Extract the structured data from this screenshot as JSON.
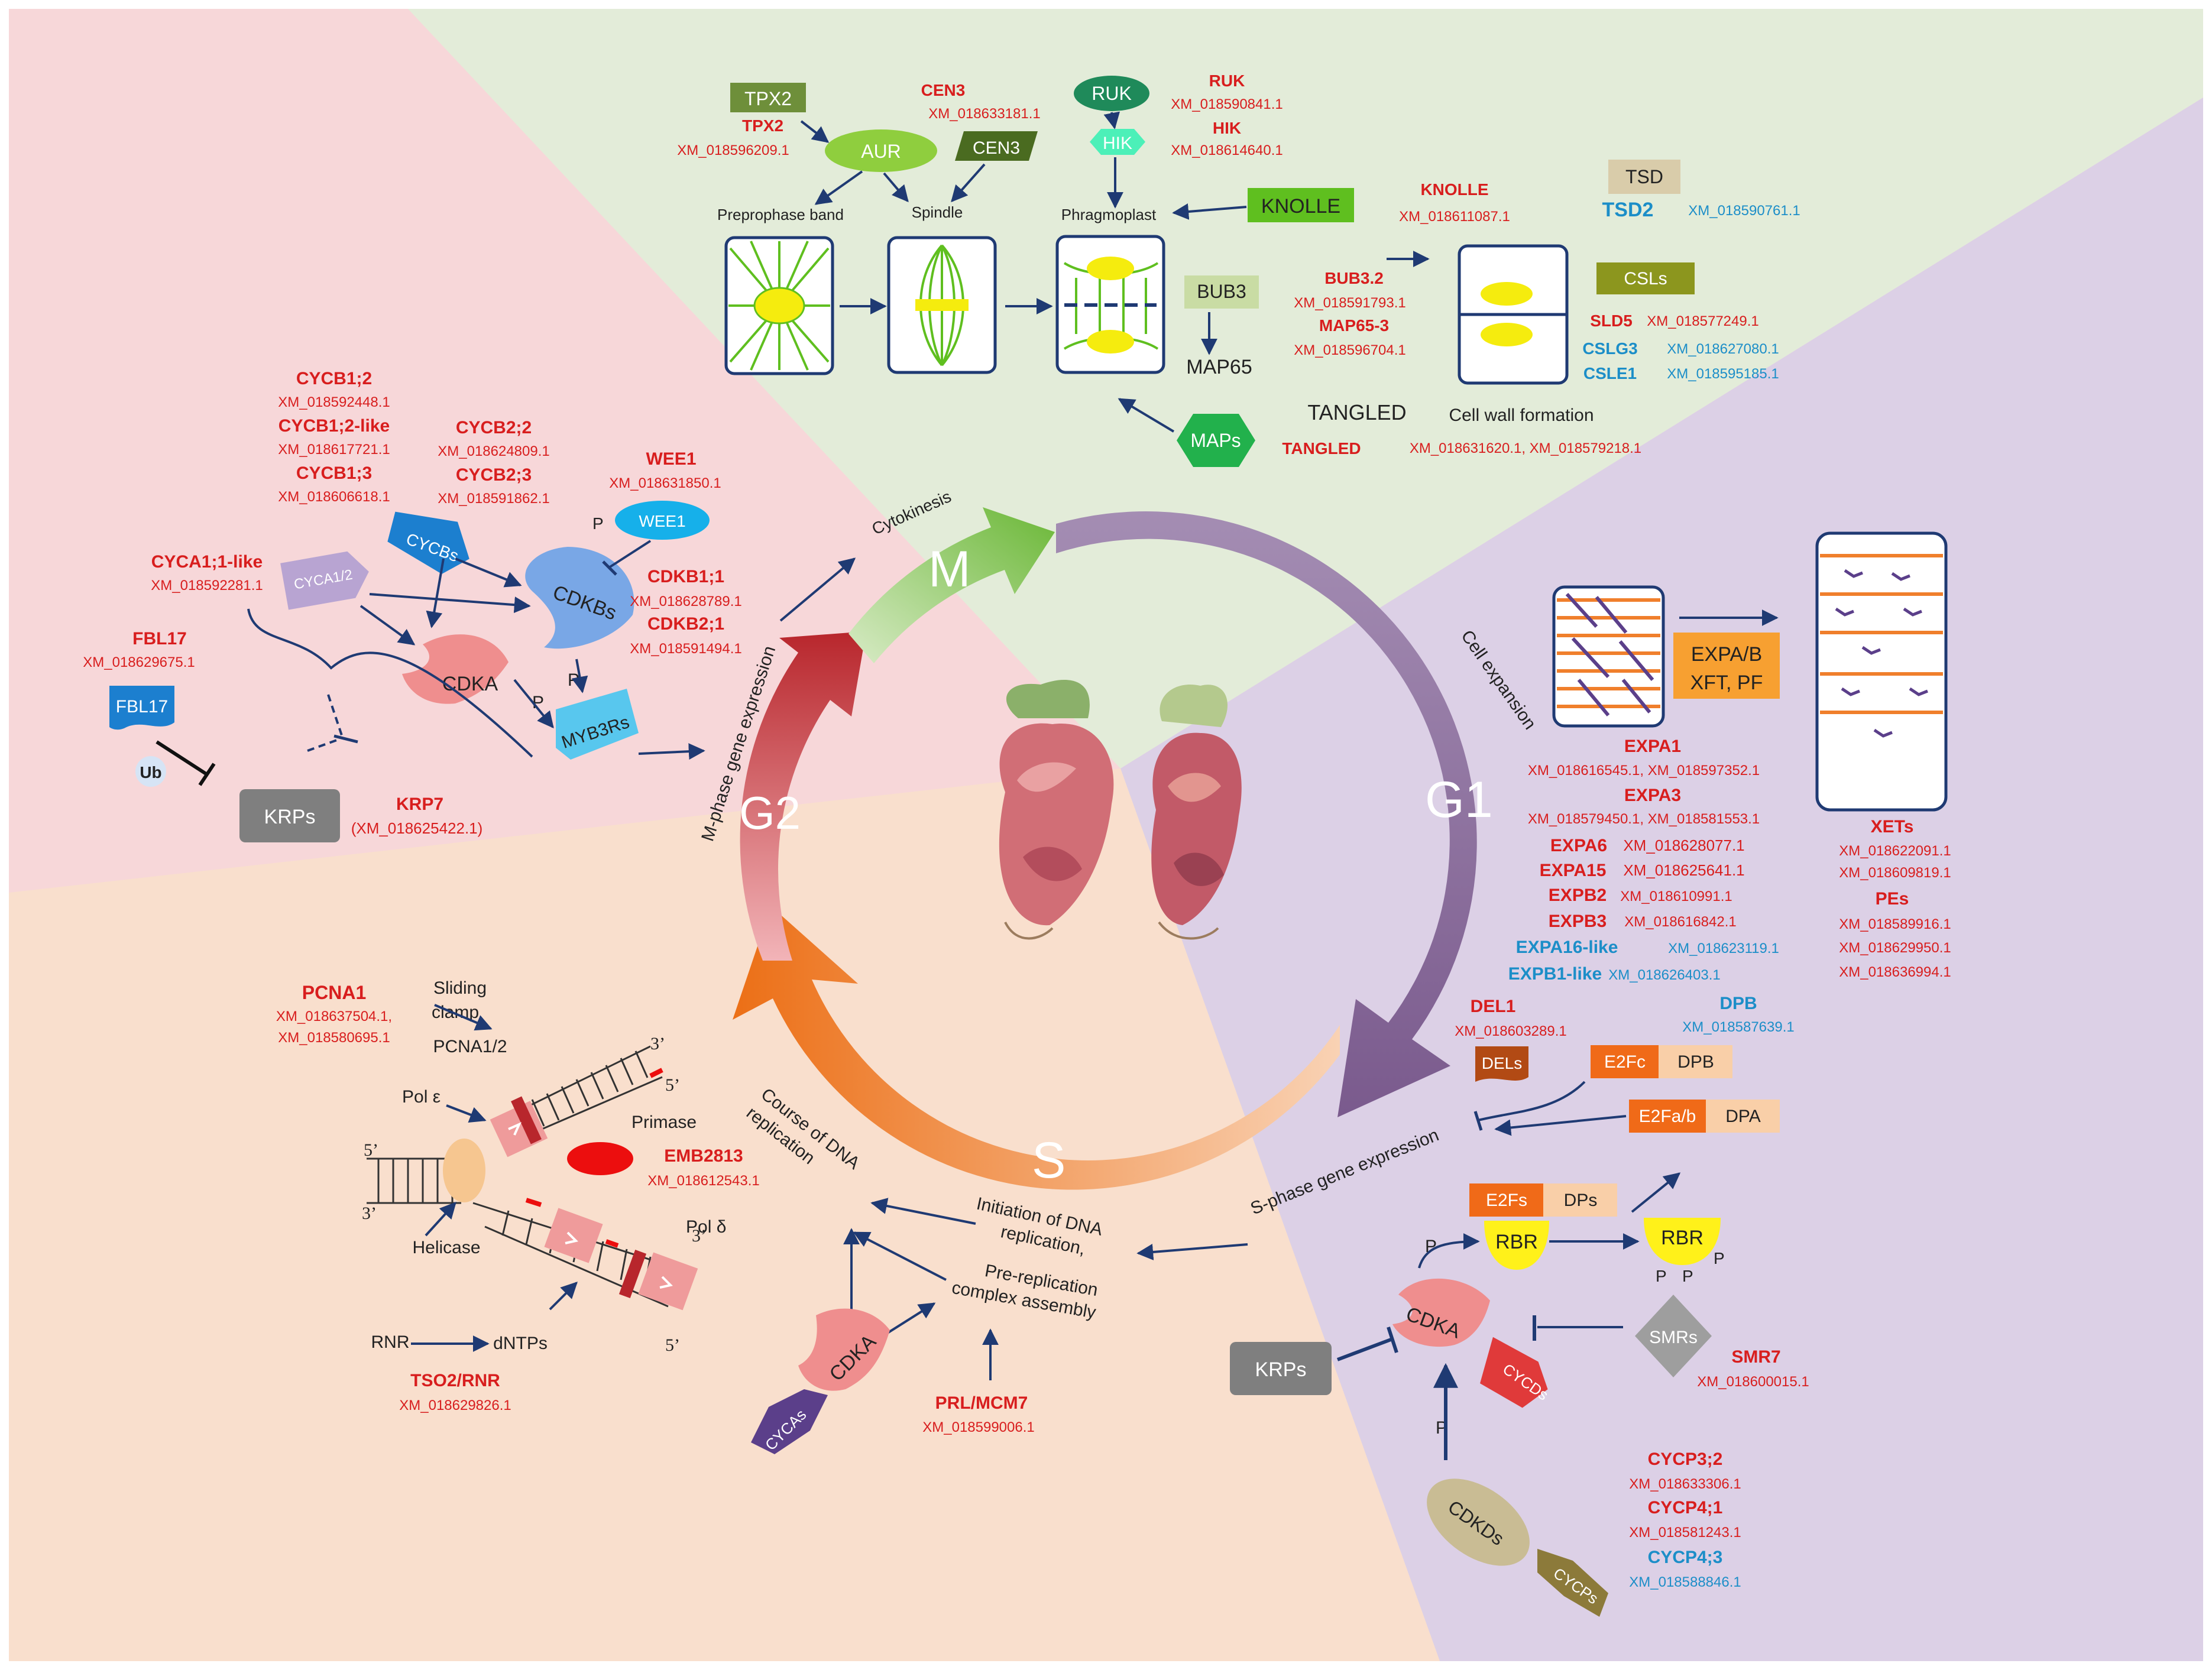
{
  "phases": {
    "m": "M",
    "g1": "G1",
    "s": "S",
    "g2": "G2"
  },
  "arc_labels": {
    "cytokinesis": "Cytokinesis",
    "cell_expansion": "Cell expansion",
    "s_phase_expr": "S-phase gene expression",
    "m_phase_expr": "M-phase gene expression",
    "course_dna": [
      "Course of DNA",
      "replication"
    ],
    "initiation": [
      "Initiation of DNA",
      "replication,"
    ],
    "prereplication": [
      "Pre-replication",
      "complex assembly"
    ]
  },
  "m_phase": {
    "tpx2_box": "TPX2",
    "tpx2_gene": "TPX2",
    "tpx2_id": "XM_018596209.1",
    "aur": "AUR",
    "cen3_box": "CEN3",
    "cen3_gene": "CEN3",
    "cen3_id": "XM_018633181.1",
    "ruk": "RUK",
    "ruk_gene": "RUK",
    "ruk_id": "XM_018590841.1",
    "hik": "HIK",
    "hik_gene": "HIK",
    "hik_id": "XM_018614640.1",
    "preprophase": "Preprophase band",
    "spindle": "Spindle",
    "phragmoplast": "Phragmoplast",
    "knolle_box": "KNOLLE",
    "knolle_gene": "KNOLLE",
    "knolle_id": "XM_018611087.1",
    "tsd_box": "TSD",
    "tsd2_gene": "TSD2",
    "tsd2_id": "XM_018590761.1",
    "bub3_box": "BUB3",
    "bub3_gene": "BUB3.2",
    "bub3_id": "XM_018591793.1",
    "map65_gene": "MAP65-3",
    "map65_id": "XM_018596704.1",
    "map65": "MAP65",
    "csls_box": "CSLs",
    "sld5_gene": "SLD5",
    "sld5_id": "XM_018577249.1",
    "cslg3_gene": "CSLG3",
    "cslg3_id": "XM_018627080.1",
    "csle1_gene": "CSLE1",
    "csle1_id": "XM_018595185.1",
    "tangled_label": "TANGLED",
    "cellwall": "Cell wall formation",
    "maps_box": "MAPs",
    "tangled_gene": "TANGLED",
    "tangled_id": "XM_018631620.1, XM_018579218.1"
  },
  "g2_phase": {
    "cycb12": "CYCB1;2",
    "cycb12_id": "XM_018592448.1",
    "cycb12like": "CYCB1;2-like",
    "cycb12like_id": "XM_018617721.1",
    "cycb13": "CYCB1;3",
    "cycb13_id": "XM_018606618.1",
    "cycb22": "CYCB2;2",
    "cycb22_id": "XM_018624809.1",
    "cycb23": "CYCB2;3",
    "cycb23_id": "XM_018591862.1",
    "wee1": "WEE1",
    "wee1_id": "XM_018631850.1",
    "wee1_box": "WEE1",
    "cyca_gene": "CYCA1;1-like",
    "cyca_id": "XM_018592281.1",
    "cyca_box": "CYCA1/2",
    "cycbs_box": "CYCBs",
    "cdkbs_box": "CDKBs",
    "cdkb11": "CDKB1;1",
    "cdkb11_id": "XM_018628789.1",
    "cdkb21": "CDKB2;1",
    "cdkb21_id": "XM_018591494.1",
    "fbl17_gene": "FBL17",
    "fbl17_id": "XM_018629675.1",
    "fbl17_box": "FBL17",
    "ub": "Ub",
    "cdka": "CDKA",
    "p1": "P",
    "p2": "P",
    "p3": "P",
    "myb3rs": "MYB3Rs",
    "krps": "KRPs",
    "krp7": "KRP7",
    "krp7_id": "(XM_018625422.1)"
  },
  "g1_phase": {
    "expab": "EXPA/B",
    "xftpf": "XFT, PF",
    "expa1": "EXPA1",
    "expa1_id": "XM_018616545.1, XM_018597352.1",
    "expa3": "EXPA3",
    "expa3_id": "XM_018579450.1, XM_018581553.1",
    "expa6": "EXPA6",
    "expa6_id": "XM_018628077.1",
    "expa15": "EXPA15",
    "expa15_id": "XM_018625641.1",
    "expb2": "EXPB2",
    "expb2_id": "XM_018610991.1",
    "expb3": "EXPB3",
    "expb3_id": "XM_018616842.1",
    "expa16": "EXPA16-like",
    "expa16_id": "XM_018623119.1",
    "expb1": "EXPB1-like",
    "expb1_id": "XM_018626403.1",
    "xets": "XETs",
    "xets_id1": "XM_018622091.1",
    "xets_id2": "XM_018609819.1",
    "pes": "PEs",
    "pes_id1": "XM_018589916.1",
    "pes_id2": "XM_018629950.1",
    "pes_id3": "XM_018636994.1",
    "del1": "DEL1",
    "del1_id": "XM_018603289.1",
    "dpb_gene": "DPB",
    "dpb_id": "XM_018587639.1",
    "dels_box": "DELs",
    "e2fc": "E2Fc",
    "dpb_box": "DPB",
    "e2fab": "E2Fa/b",
    "dpa": "DPA",
    "e2fs": "E2Fs",
    "dps": "DPs",
    "rbr1": "RBR",
    "rbr2": "RBR",
    "p_rbr": "P",
    "pp1": "P",
    "pp2": "P",
    "pp3": "P",
    "cdka": "CDKA",
    "cycds": "CYCDs",
    "krps": "KRPs",
    "smrs": "SMRs",
    "smr7": "SMR7",
    "smr7_id": "XM_018600015.1",
    "p_cdkd": "P",
    "cdkds": "CDKDs",
    "cycps": "CYCPs",
    "cycp32": "CYCP3;2",
    "cycp32_id": "XM_018633306.1",
    "cycp41": "CYCP4;1",
    "cycp41_id": "XM_018581243.1",
    "cycp43": "CYCP4;3",
    "cycp43_id": "XM_018588846.1"
  },
  "s_phase": {
    "pcna1": "PCNA1",
    "pcna1_id1": "XM_018637504.1,",
    "pcna1_id2": "XM_018580695.1",
    "sliding1": "Sliding",
    "sliding2": "clamp",
    "pcna12": "PCNA1/2",
    "three1": "3’",
    "five1": "5’",
    "five2": "5’",
    "three2": "3’",
    "three3": "3’",
    "five3": "5’",
    "pole": "Pol ε",
    "primase": "Primase",
    "emb": "EMB2813",
    "emb_id": "XM_018612543.1",
    "helicase": "Helicase",
    "pold": "Pol δ",
    "rnr": "RNR",
    "dntps": "dNTPs",
    "tso2": "TSO2/RNR",
    "tso2_id": "XM_018629826.1",
    "cdka": "CDKA",
    "cycas": "CYCAs",
    "prl": "PRL/MCM7",
    "prl_id": "XM_018599006.1"
  },
  "colors": {
    "m_bg": "#e3ecd9",
    "g1_bg": "#dcd0e6",
    "s_bg": "#f9dfcd",
    "g2_bg": "#f7d7d9",
    "m_arrow": "#7cc24a",
    "g1_arrow": "#8e6f9f",
    "s_arrow": "#ef7d2c",
    "g2_arrow": "#c23a3f",
    "gene_red": "#d81e1e",
    "gene_blue": "#1c8ec8"
  }
}
